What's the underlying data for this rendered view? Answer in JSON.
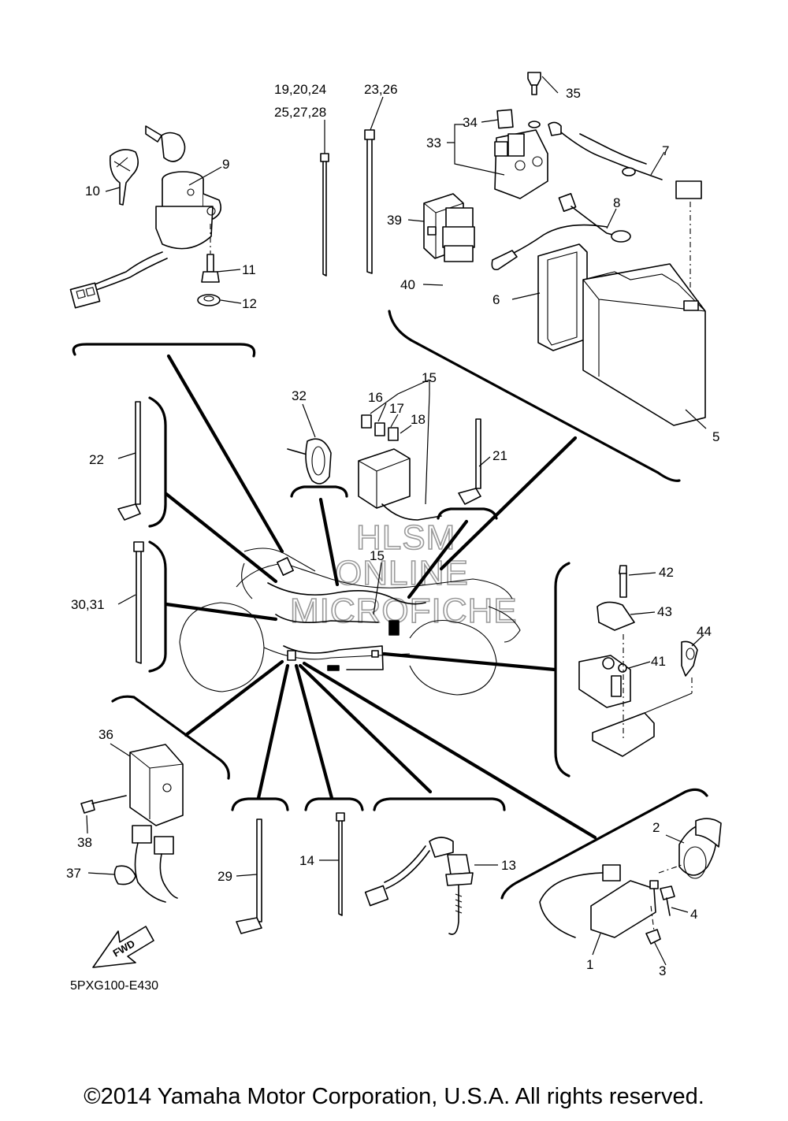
{
  "diagram_code": "5PXG100-E430",
  "fwd_label": "FWD",
  "watermark": {
    "line1": "HLSM",
    "line2": "ONLINE",
    "line3": "MICROFICHE"
  },
  "copyright": "©2014 Yamaha Motor Corporation, U.S.A. All rights reserved.",
  "callouts": {
    "c1": "1",
    "c2": "2",
    "c3": "3",
    "c4": "4",
    "c5": "5",
    "c6": "6",
    "c7": "7",
    "c8": "8",
    "c9": "9",
    "c10": "10",
    "c11": "11",
    "c12": "12",
    "c13": "13",
    "c14": "14",
    "c15a": "15",
    "c15b": "15",
    "c16": "16",
    "c17": "17",
    "c18": "18",
    "c21": "21",
    "c22": "22",
    "c23_26": "23,26",
    "c19_24": "19,20,24",
    "c25_28": "25,27,28",
    "c29": "29",
    "c30_31": "30,31",
    "c32": "32",
    "c33": "33",
    "c34": "34",
    "c35": "35",
    "c36": "36",
    "c37": "37",
    "c38": "38",
    "c39": "39",
    "c40": "40",
    "c41": "41",
    "c42": "42",
    "c43": "43",
    "c44": "44"
  }
}
